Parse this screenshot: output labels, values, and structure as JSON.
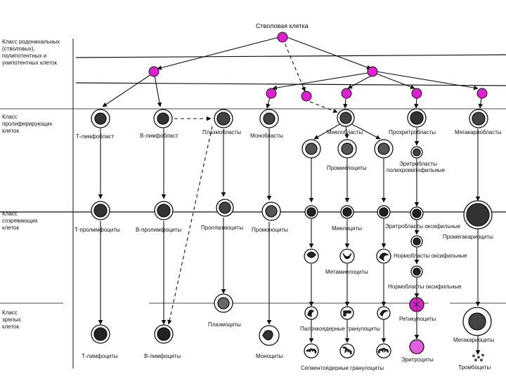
{
  "title": "Стволовая клетка",
  "classes": {
    "c1": [
      "Класс родоначальных",
      "(стволовых),",
      "полипотентных и",
      "унипотентных клеток"
    ],
    "c2": [
      "Класс",
      "пролиферирующих",
      "клеток"
    ],
    "c3": [
      "Класс",
      "созревающих",
      "клеток"
    ],
    "c4": [
      "Класс",
      "зрелых",
      "клеток"
    ]
  },
  "labels": {
    "t_lymphoblast": "Т-лимфобласт",
    "b_lymphoblast": "В-лимфобласт",
    "plasmoblasts": "Плазмобласты",
    "monoblasts": "Монобласты",
    "myeloblasts": "Миелобласты",
    "proerythroblasts": "Проэритробласты",
    "megakaryoblasts": "Мегакариобласты",
    "promyelocytes": "Промиелоциты",
    "erythroblasts_poly": [
      "Эритробласты",
      "полихроматофильные"
    ],
    "t_prolymphocytes": "Т-пролимфоциты",
    "b_prolymphocytes": "В-пролимфоциты",
    "proplasmocytes": "Проплазмоциты",
    "promonocytes": "Промоноциты",
    "myelocytes": "Миелоциты",
    "erythroblasts_oxy": "Эритробласты оксифильные",
    "promegakaryocytes": "Промегакариоциты",
    "normoblasts_oxy_1": "Нормобласты оксифильные",
    "metamyelocytes": "Метамиелоциты",
    "normoblasts_oxy_2": "Нормобласты оксифильные",
    "plasmocytes": "Плазмоциты",
    "band_granulocytes": "Палочкоядерные гранулоциты",
    "reticulocytes": "Ретикулоциты",
    "megakaryocytes": "Мегакариоциты",
    "t_lymphocytes": "Т-лимфоциты",
    "b_lymphocytes": "В-лимфоциты",
    "monocytes": "Моноциты",
    "segmented_granulocytes": "Сегментоядерные гранулоциты",
    "erythrocytes": "Эритроциты",
    "thrombocytes": "Тромбоциты"
  },
  "colors": {
    "stem": "#e020d0",
    "nucleus": "#333333",
    "line": "#111111"
  }
}
